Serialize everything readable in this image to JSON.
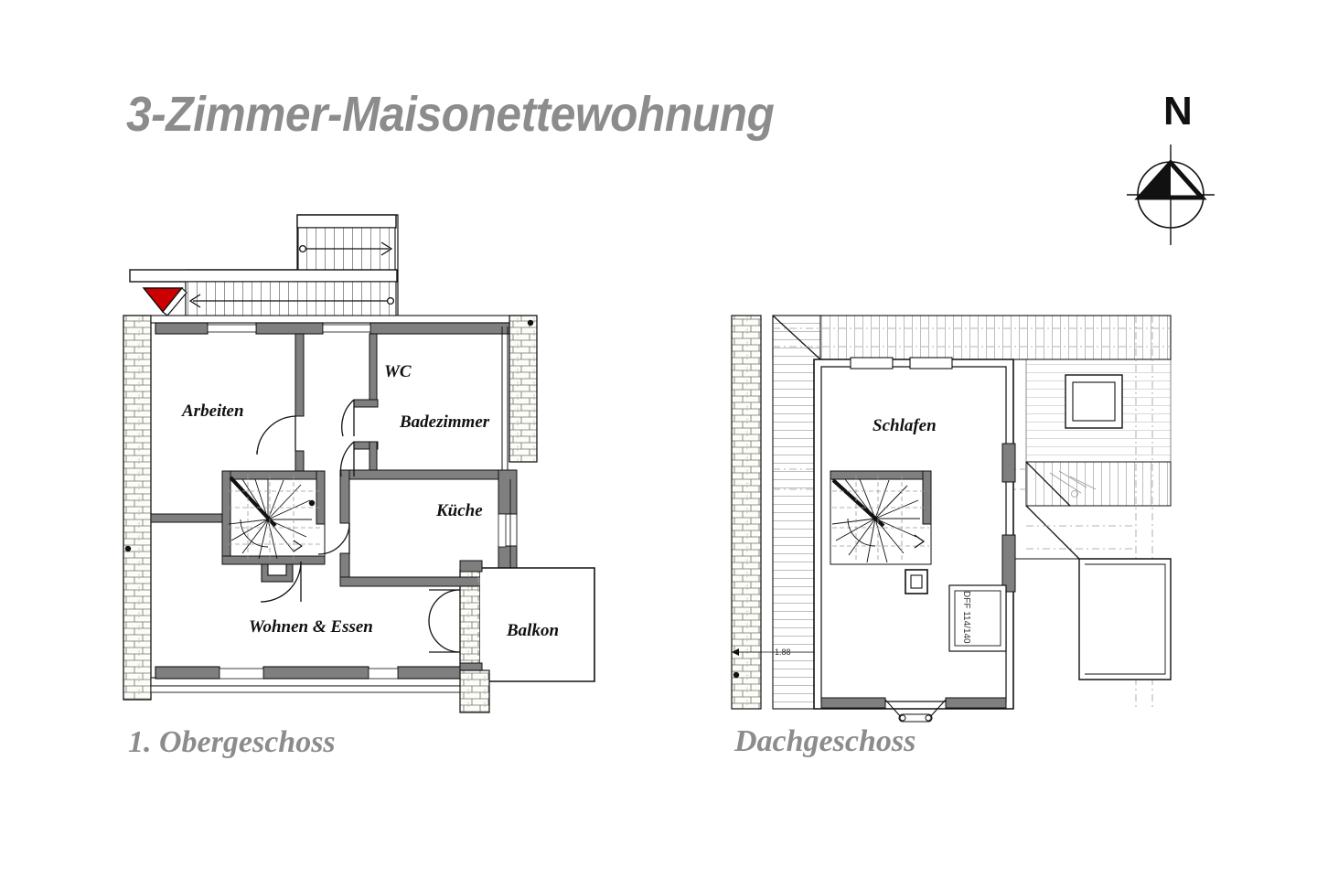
{
  "document": {
    "title": "3-Zimmer-Maisonettewohnung",
    "type": "architectural-floor-plan",
    "language": "de"
  },
  "compass": {
    "north_label": "N",
    "icon": "compass-rose-icon"
  },
  "floors": [
    {
      "id": "obergeschoss",
      "caption": "1. Obergeschoss",
      "rooms": [
        {
          "id": "arbeiten",
          "label": "Arbeiten"
        },
        {
          "id": "wc",
          "label": "WC"
        },
        {
          "id": "bad",
          "label": "Badezimmer"
        },
        {
          "id": "kueche",
          "label": "Küche"
        },
        {
          "id": "wohnen",
          "label": "Wohnen & Essen"
        },
        {
          "id": "balkon",
          "label": "Balkon"
        }
      ],
      "features": {
        "entry_marker": "red-triangle-entry-marker",
        "entry_marker_color": "#cc0000",
        "stair_up_arrow": "arrow-right",
        "stair_down_arrow": "arrow-left",
        "winder_staircase": "spiral-stair-icon"
      }
    },
    {
      "id": "dachgeschoss",
      "caption": "Dachgeschoss",
      "rooms": [
        {
          "id": "schlafen",
          "label": "Schlafen"
        }
      ],
      "annotations": [
        {
          "id": "knee-wall-dim",
          "text": "1.88"
        },
        {
          "id": "roof-window",
          "text": "DFF 114/140"
        }
      ],
      "features": {
        "winder_staircase": "spiral-stair-icon",
        "roof_hatch": "roof-batten-hatch",
        "skylight": "skylight-icon"
      }
    }
  ],
  "colors": {
    "title_gray": "#8c8c8c",
    "wall_fill": "#7f7f7f",
    "line_black": "#111111",
    "accent_red": "#cc0000",
    "paper": "#ffffff"
  }
}
